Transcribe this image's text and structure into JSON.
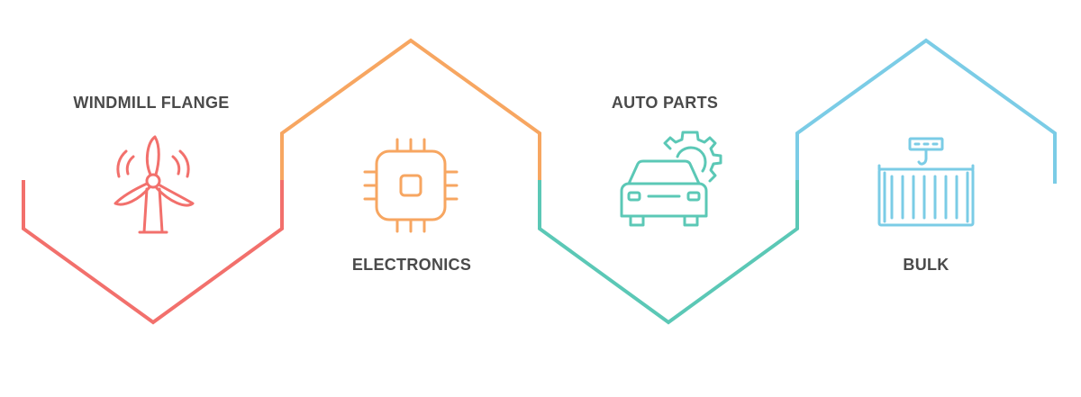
{
  "colors": {
    "windmill": "#f2706c",
    "electronics": "#f7a661",
    "auto_parts": "#5bc8b6",
    "bulk": "#7bcce6",
    "label_text": "#4a4a4a"
  },
  "items": [
    {
      "label": "WINDMILL FLANGE",
      "icon": "wind-turbine-icon"
    },
    {
      "label": "ELECTRONICS",
      "icon": "microchip-icon"
    },
    {
      "label": "AUTO PARTS",
      "icon": "car-gear-icon"
    },
    {
      "label": "BULK",
      "icon": "cargo-container-icon"
    }
  ]
}
